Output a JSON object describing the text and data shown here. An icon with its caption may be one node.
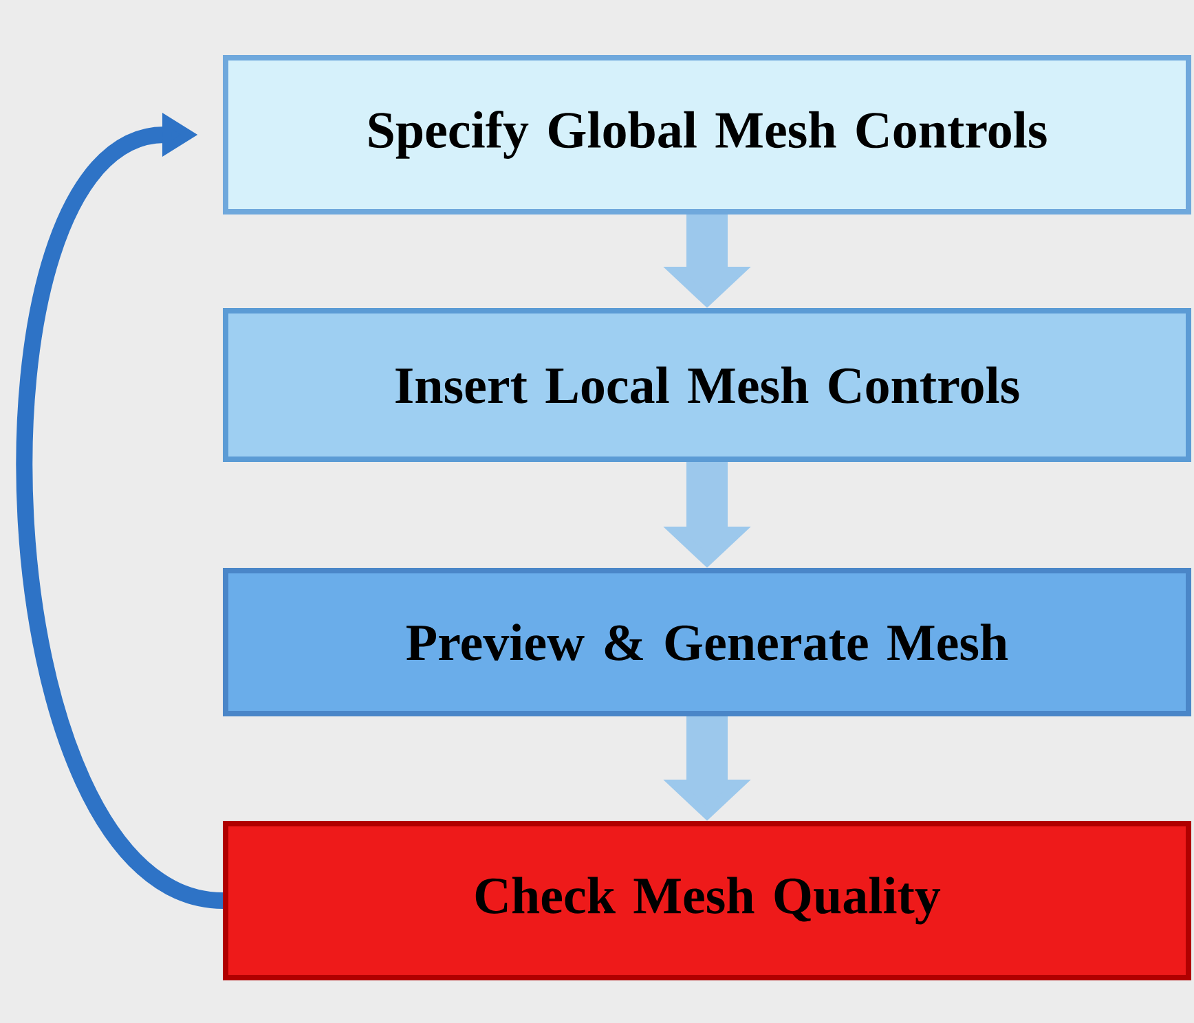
{
  "diagram": {
    "nodes": [
      {
        "text": [
          "Specify Global Mesh Controls"
        ]
      },
      {
        "text": [
          "Insert Local Mesh Controls"
        ]
      },
      {
        "text": [
          "Preview & Generate Mesh"
        ]
      },
      {
        "text": [
          "Check Mesh Quality"
        ]
      }
    ],
    "edges": [
      {
        "from": 0,
        "to": 1,
        "arrow": "to"
      },
      {
        "from": 1,
        "to": 2,
        "arrow": "to"
      },
      {
        "from": 2,
        "to": 3,
        "arrow": "to"
      },
      {
        "from": 3,
        "to": 0,
        "arrow": "to",
        "color": "#2e73c6"
      }
    ]
  }
}
